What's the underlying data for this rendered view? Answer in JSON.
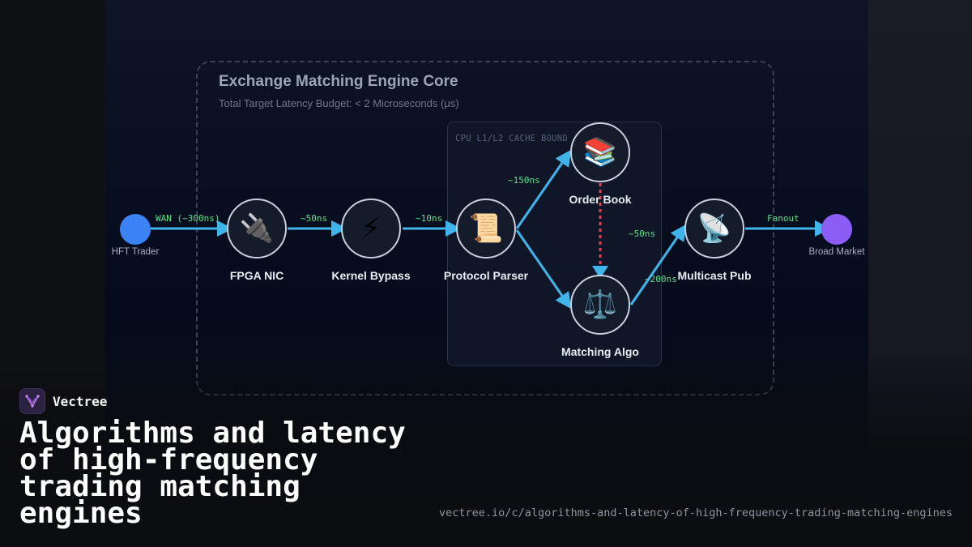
{
  "diagram": {
    "title": "Exchange Matching Engine Core",
    "subtitle": "Total Target Latency Budget: < 2 Microseconds (μs)",
    "cache_region_label": "CPU L1/L2 CACHE BOUND",
    "endpoints": {
      "source": "HFT Trader",
      "sink": "Broad Market"
    },
    "nodes": {
      "fpga_nic": {
        "label": "FPGA NIC",
        "icon": "🔌"
      },
      "kernel_bypass": {
        "label": "Kernel Bypass",
        "icon": "⚡"
      },
      "protocol_parser": {
        "label": "Protocol Parser",
        "icon": "📜"
      },
      "order_book": {
        "label": "Order Book",
        "icon": "📚"
      },
      "matching_algo": {
        "label": "Matching Algo",
        "icon": "⚖️"
      },
      "multicast_pub": {
        "label": "Multicast Pub",
        "icon": "📡"
      }
    },
    "edges": {
      "wan": "WAN (~300ns)",
      "nic_to_bypass": "~50ns",
      "bypass_to_parser": "~10ns",
      "parser_to_book": "~150ns",
      "algo_to_pub": "~50ns",
      "algo_extra": "~200ns",
      "fanout": "Fanout"
    },
    "colors": {
      "wire": "#3fb5ec",
      "dotted": "#e0405a",
      "latency": "#5ce08a",
      "source": "#3b82f6",
      "sink": "#8b5cf6"
    }
  },
  "brand": {
    "name": "Vectree",
    "headline": "Algorithms and latency of high-frequency trading matching engines",
    "url": "vectree.io/c/algorithms-and-latency-of-high-frequency-trading-matching-engines"
  }
}
